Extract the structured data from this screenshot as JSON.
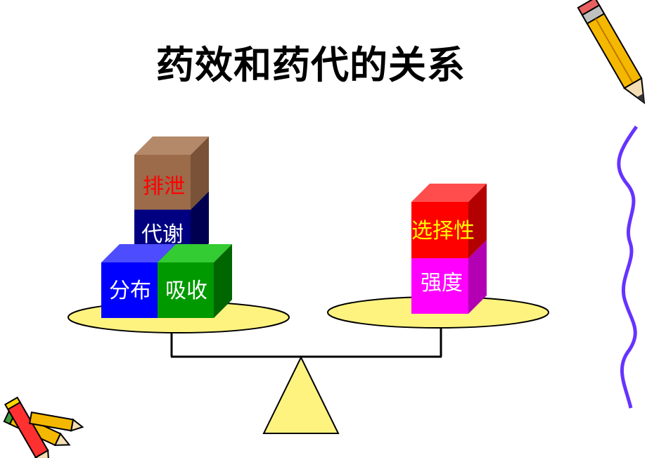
{
  "slide": {
    "title": "药效和药代的关系"
  },
  "scale": {
    "left_pan_blocks": {
      "excretion": "排泄",
      "metabolism": "代谢",
      "distribution": "分布",
      "absorption": "吸收"
    },
    "right_pan_blocks": {
      "selectivity": "选择性",
      "potency": "强度"
    }
  },
  "colors": {
    "excretion_block": "#9B6B4A",
    "metabolism_block": "#000080",
    "distribution_block": "#0000FF",
    "absorption_block": "#009900",
    "selectivity_block": "#FF0000",
    "potency_block": "#FF00FF",
    "pan_fill": "#FFF380",
    "fulcrum_fill": "#FFF380",
    "excretion_text": "#FF0000",
    "selectivity_text": "#FFFF00",
    "default_block_text": "#FFFFFF",
    "squiggle_line": "#6633FF"
  },
  "icons": [
    "pencil-icon-top-right",
    "pencils-icon-bottom-left"
  ]
}
